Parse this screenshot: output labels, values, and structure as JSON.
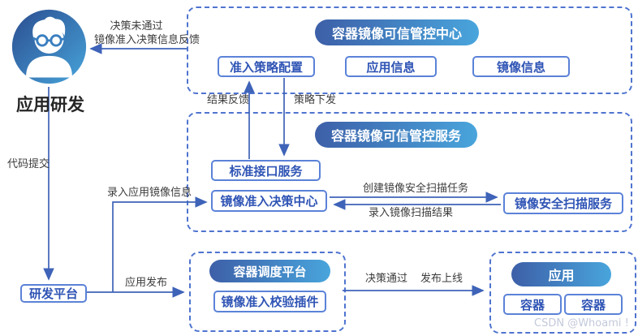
{
  "actor": {
    "label": "应用研发"
  },
  "groups": {
    "control_center": {
      "title": "容器镜像可信管控中心",
      "items": [
        "准入策略配置",
        "应用信息",
        "镜像信息"
      ]
    },
    "control_service": {
      "title": "容器镜像可信管控服务",
      "items": [
        "标准接口服务",
        "镜像准入决策中心",
        "镜像安全扫描服务"
      ]
    },
    "scheduler": {
      "title": "容器调度平台",
      "items": [
        "镜像准入校验插件"
      ]
    },
    "application": {
      "title": "应用",
      "items": [
        "容器",
        "容器"
      ]
    }
  },
  "nodes": {
    "dev_platform": "研发平台"
  },
  "labels": {
    "decision_failed": "决策未通过",
    "admission_feedback": "镜像准入决策信息反馈",
    "result_feedback": "结果反馈",
    "policy_dispatch": "策略下发",
    "code_submit": "代码提交",
    "enter_app_image": "录入应用镜像信息",
    "app_release": "应用发布",
    "create_scan_task": "创建镜像安全扫描任务",
    "enter_scan_result": "录入镜像扫描结果",
    "decision_passed": "决策通过",
    "publish_online": "发布上线"
  },
  "colors": {
    "dashed_border": "#4f74cf",
    "node_border": "#5b82d8",
    "node_text": "#2f54b5",
    "pill_gradient_start": "#3d5fa8",
    "pill_gradient_end": "#49a5dc",
    "arrow": "#3e63b8",
    "label_text": "#3c3c3c",
    "avatar_gradient_start": "#2b4d90",
    "avatar_gradient_end": "#47a4da"
  },
  "watermark": "CSDN @Whoami !"
}
